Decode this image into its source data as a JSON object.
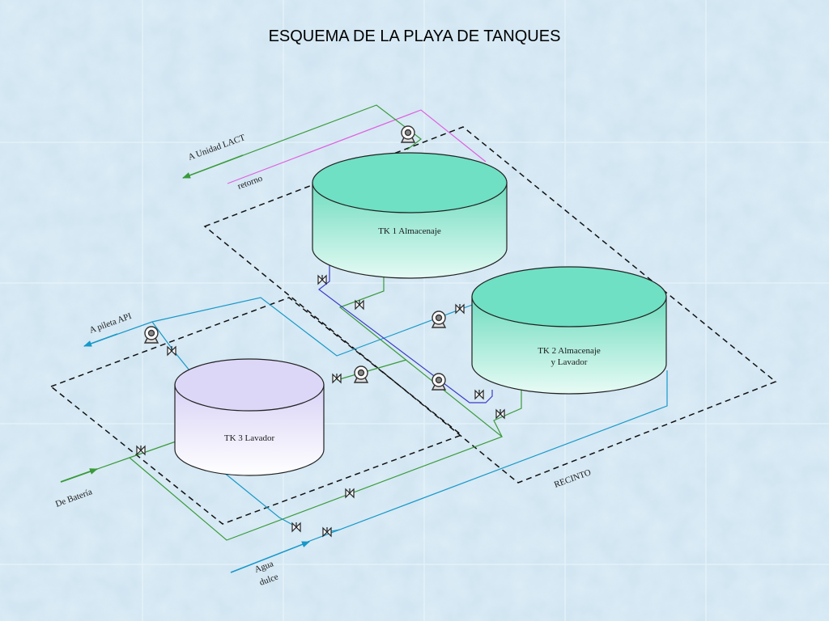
{
  "title": "ESQUEMA DE LA PLAYA DE TANQUES",
  "tanks": {
    "tk1": "TK 1 Almacenaje",
    "tk2_line1": "TK 2 Almacenaje",
    "tk2_line2": "y Lavador",
    "tk3": "TK 3 Lavador"
  },
  "labels": {
    "lact": "A Unidad LACT",
    "retorno": "retorno",
    "pileta": "A pileta API",
    "bateria": "De Batería",
    "agua_line1": "Agua",
    "agua_line2": "dulce",
    "recinto": "RECINTO"
  },
  "colors": {
    "green": "#3a9a3a",
    "cyan": "#1898c8",
    "blue": "#3c3cc8",
    "magenta": "#e060e0",
    "tk1_fill": "#7fe0c8",
    "tk3_fill": "#e6e2f8"
  }
}
